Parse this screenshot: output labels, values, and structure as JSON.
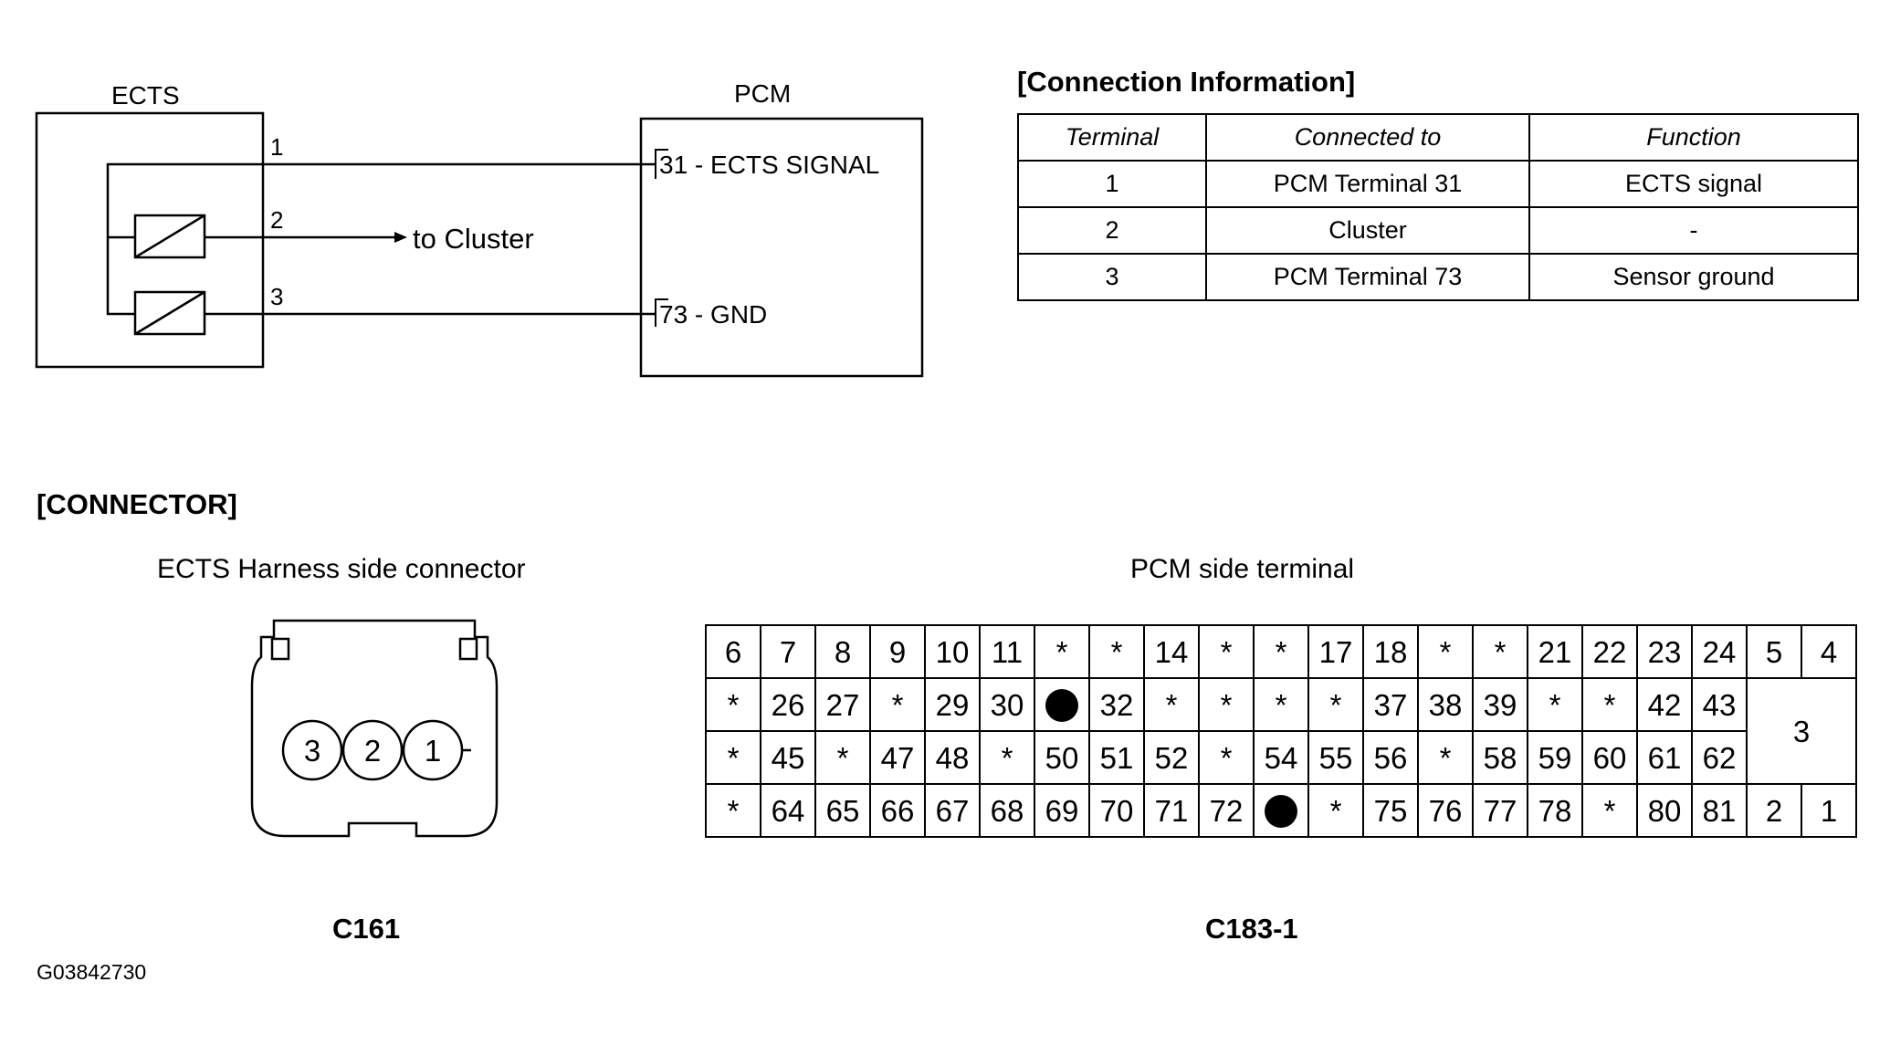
{
  "wiring": {
    "ects_label": "ECTS",
    "pcm_label": "PCM",
    "pin_1": "1",
    "pin_2": "2",
    "pin_3": "3",
    "to_cluster": "to Cluster",
    "pcm_pin_31": "31",
    "pcm_31_text": " - ECTS SIGNAL",
    "pcm_pin_73": "73",
    "pcm_73_text": " - GND"
  },
  "connection_info": {
    "title": "[Connection Information]",
    "headers": [
      "Terminal",
      "Connected to",
      "Function"
    ],
    "rows": [
      [
        "1",
        "PCM Terminal 31",
        "ECTS signal"
      ],
      [
        "2",
        "Cluster",
        "-"
      ],
      [
        "3",
        "PCM Terminal 73",
        "Sensor ground"
      ]
    ]
  },
  "connector": {
    "title": "[CONNECTOR]",
    "ects_caption": "ECTS Harness side connector",
    "ects_pins": [
      "3",
      "2",
      "1"
    ],
    "ects_id": "C161",
    "pcm_caption": "PCM side terminal",
    "pcm_id": "C183-1",
    "pcm_rows": [
      [
        "6",
        "7",
        "8",
        "9",
        "10",
        "11",
        "*",
        "*",
        "14",
        "*",
        "*",
        "17",
        "18",
        "*",
        "*",
        "21",
        "22",
        "23",
        "24",
        "5",
        "4"
      ],
      [
        "*",
        "26",
        "27",
        "*",
        "29",
        "30",
        "●",
        "32",
        "*",
        "*",
        "*",
        "*",
        "37",
        "38",
        "39",
        "*",
        "*",
        "42",
        "43",
        "3"
      ],
      [
        "*",
        "45",
        "*",
        "47",
        "48",
        "*",
        "50",
        "51",
        "52",
        "*",
        "54",
        "55",
        "56",
        "*",
        "58",
        "59",
        "60",
        "61",
        "62"
      ],
      [
        "*",
        "64",
        "65",
        "66",
        "67",
        "68",
        "69",
        "70",
        "71",
        "72",
        "●",
        "*",
        "75",
        "76",
        "77",
        "78",
        "*",
        "80",
        "81",
        "2",
        "1"
      ]
    ]
  },
  "figure_id": "G03842730"
}
